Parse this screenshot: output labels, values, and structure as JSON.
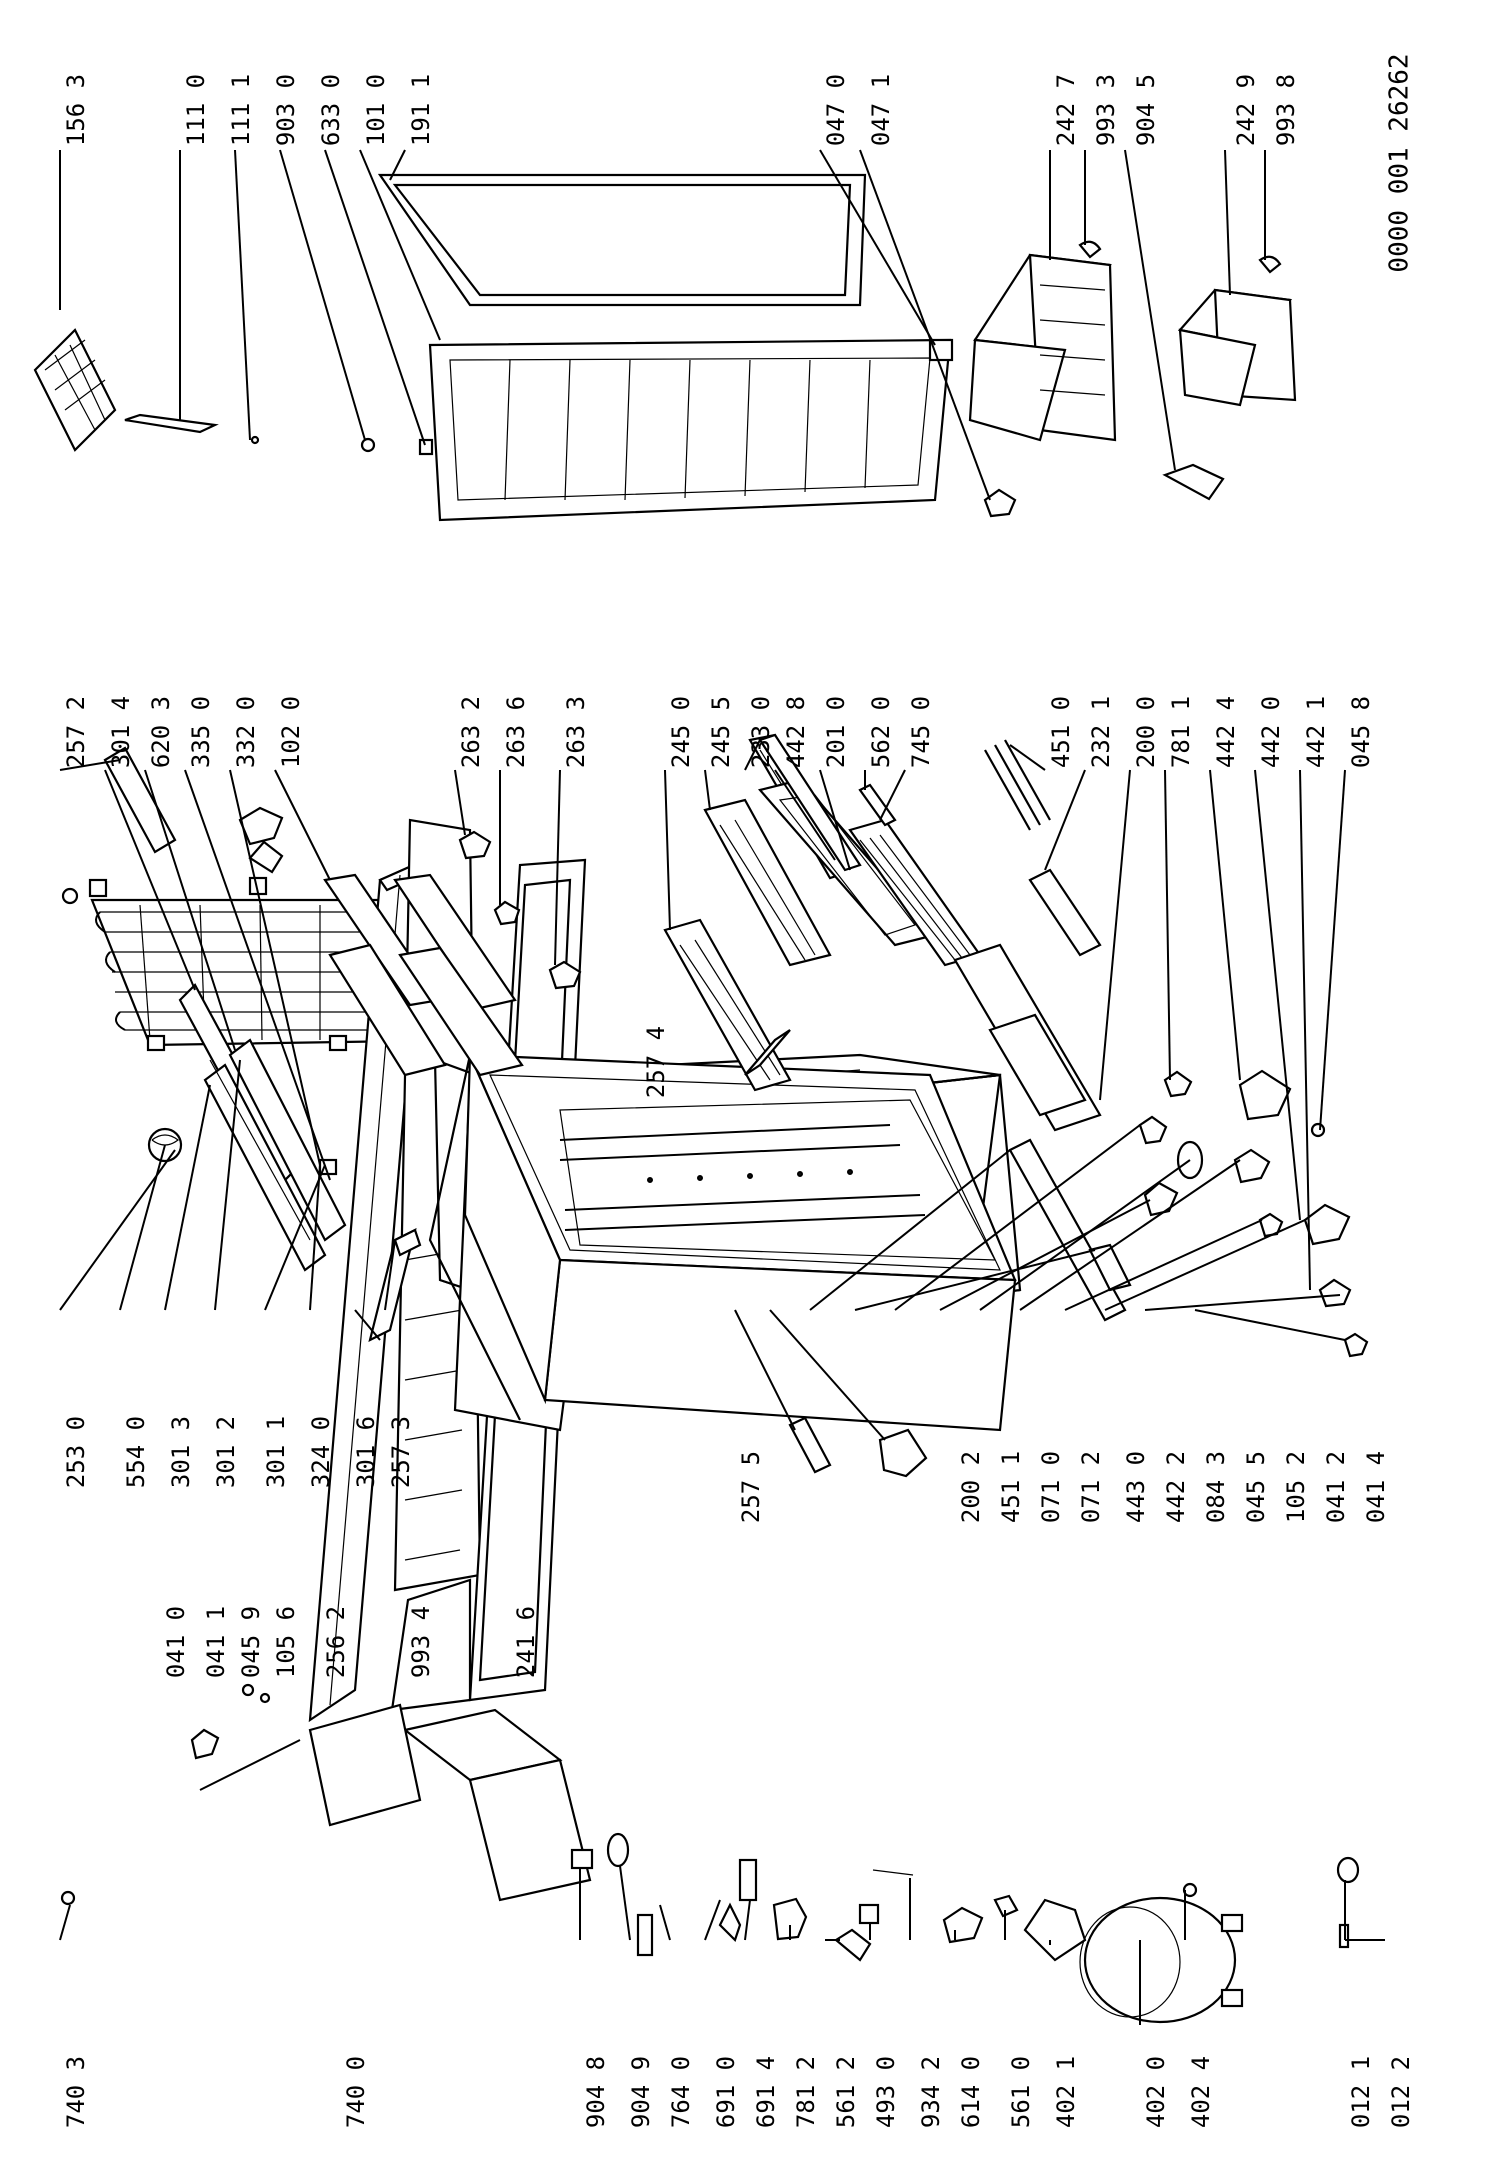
{
  "diagram": {
    "code_top": "0000 001 26262",
    "left_column": [
      "740 3",
      "740 0",
      "904 8",
      "904 9",
      "764 0",
      "691 0",
      "691 4",
      "781 2",
      "561 2",
      "493 0",
      "934 2",
      "614 0",
      "561 0",
      "402 1",
      "402 0",
      "402 4",
      "012 1",
      "012 2"
    ],
    "upper_left": [
      "041 0",
      "041 1",
      "045 9",
      "105 6",
      "256 2",
      "993 4",
      "241 6"
    ],
    "middle_bottom": [
      "253 0",
      "554 0",
      "301 3",
      "301 2",
      "301 1",
      "324 0",
      "301 6",
      "257 3",
      "257 5",
      "200 2",
      "451 1",
      "071 0",
      "071 2",
      "443 0",
      "442 2",
      "084 3",
      "045 5",
      "105 2",
      "041 2",
      "041 4"
    ],
    "middle_top": [
      "257 2",
      "301 4",
      "620 3",
      "335 0",
      "332 0",
      "102 0",
      "263 2",
      "263 6",
      "263 3",
      "245 0",
      "245 5",
      "233 0",
      "442 8",
      "201 0",
      "562 0",
      "745 0",
      "451 0",
      "232 1",
      "200 0",
      "781 1",
      "442 4",
      "442 0",
      "442 1",
      "045 8"
    ],
    "middle_small": [
      "257 4"
    ],
    "right_top": [
      "156 3",
      "111 0",
      "111 1",
      "903 0",
      "633 0",
      "101 0",
      "191 1",
      "047 0",
      "047 1",
      "242 7",
      "993 3",
      "904 5",
      "242 9",
      "993 8"
    ]
  }
}
